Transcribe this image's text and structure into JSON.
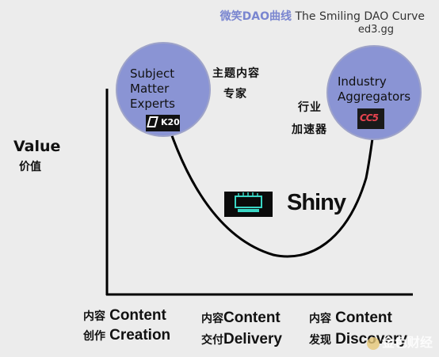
{
  "title": {
    "zh": "微笑DAO曲线",
    "en": "The Smiling DAO Curve",
    "source": "ed3.gg"
  },
  "y_axis": {
    "en": "Value",
    "zh": "价值"
  },
  "nodes": {
    "left": {
      "label_lines": [
        "Subject",
        "Matter",
        "Experts"
      ],
      "zh_lines": [
        "主题内容",
        "专家"
      ],
      "logo_text": "K20"
    },
    "right": {
      "label_lines": [
        "Industry",
        "Aggregators"
      ],
      "zh_lines": [
        "行业",
        "加速器"
      ],
      "logo_text": "CC5"
    },
    "bottom": {
      "brand": "Shiny"
    }
  },
  "categories": [
    {
      "zh_lines": [
        "内容",
        "创作"
      ],
      "en_lines": [
        "Content",
        "Creation"
      ]
    },
    {
      "zh_lines": [
        "内容",
        "交付"
      ],
      "en_lines": [
        "Content",
        "Delivery"
      ]
    },
    {
      "zh_lines": [
        "内容",
        "发现"
      ],
      "en_lines": [
        "Content",
        "Discovery"
      ]
    }
  ],
  "watermark": "金色财经",
  "colors": {
    "circle_fill": "#8a94d4",
    "circle_stroke": "#9ea3c9",
    "curve": "#000000",
    "title_accent": "#7a86d0"
  }
}
